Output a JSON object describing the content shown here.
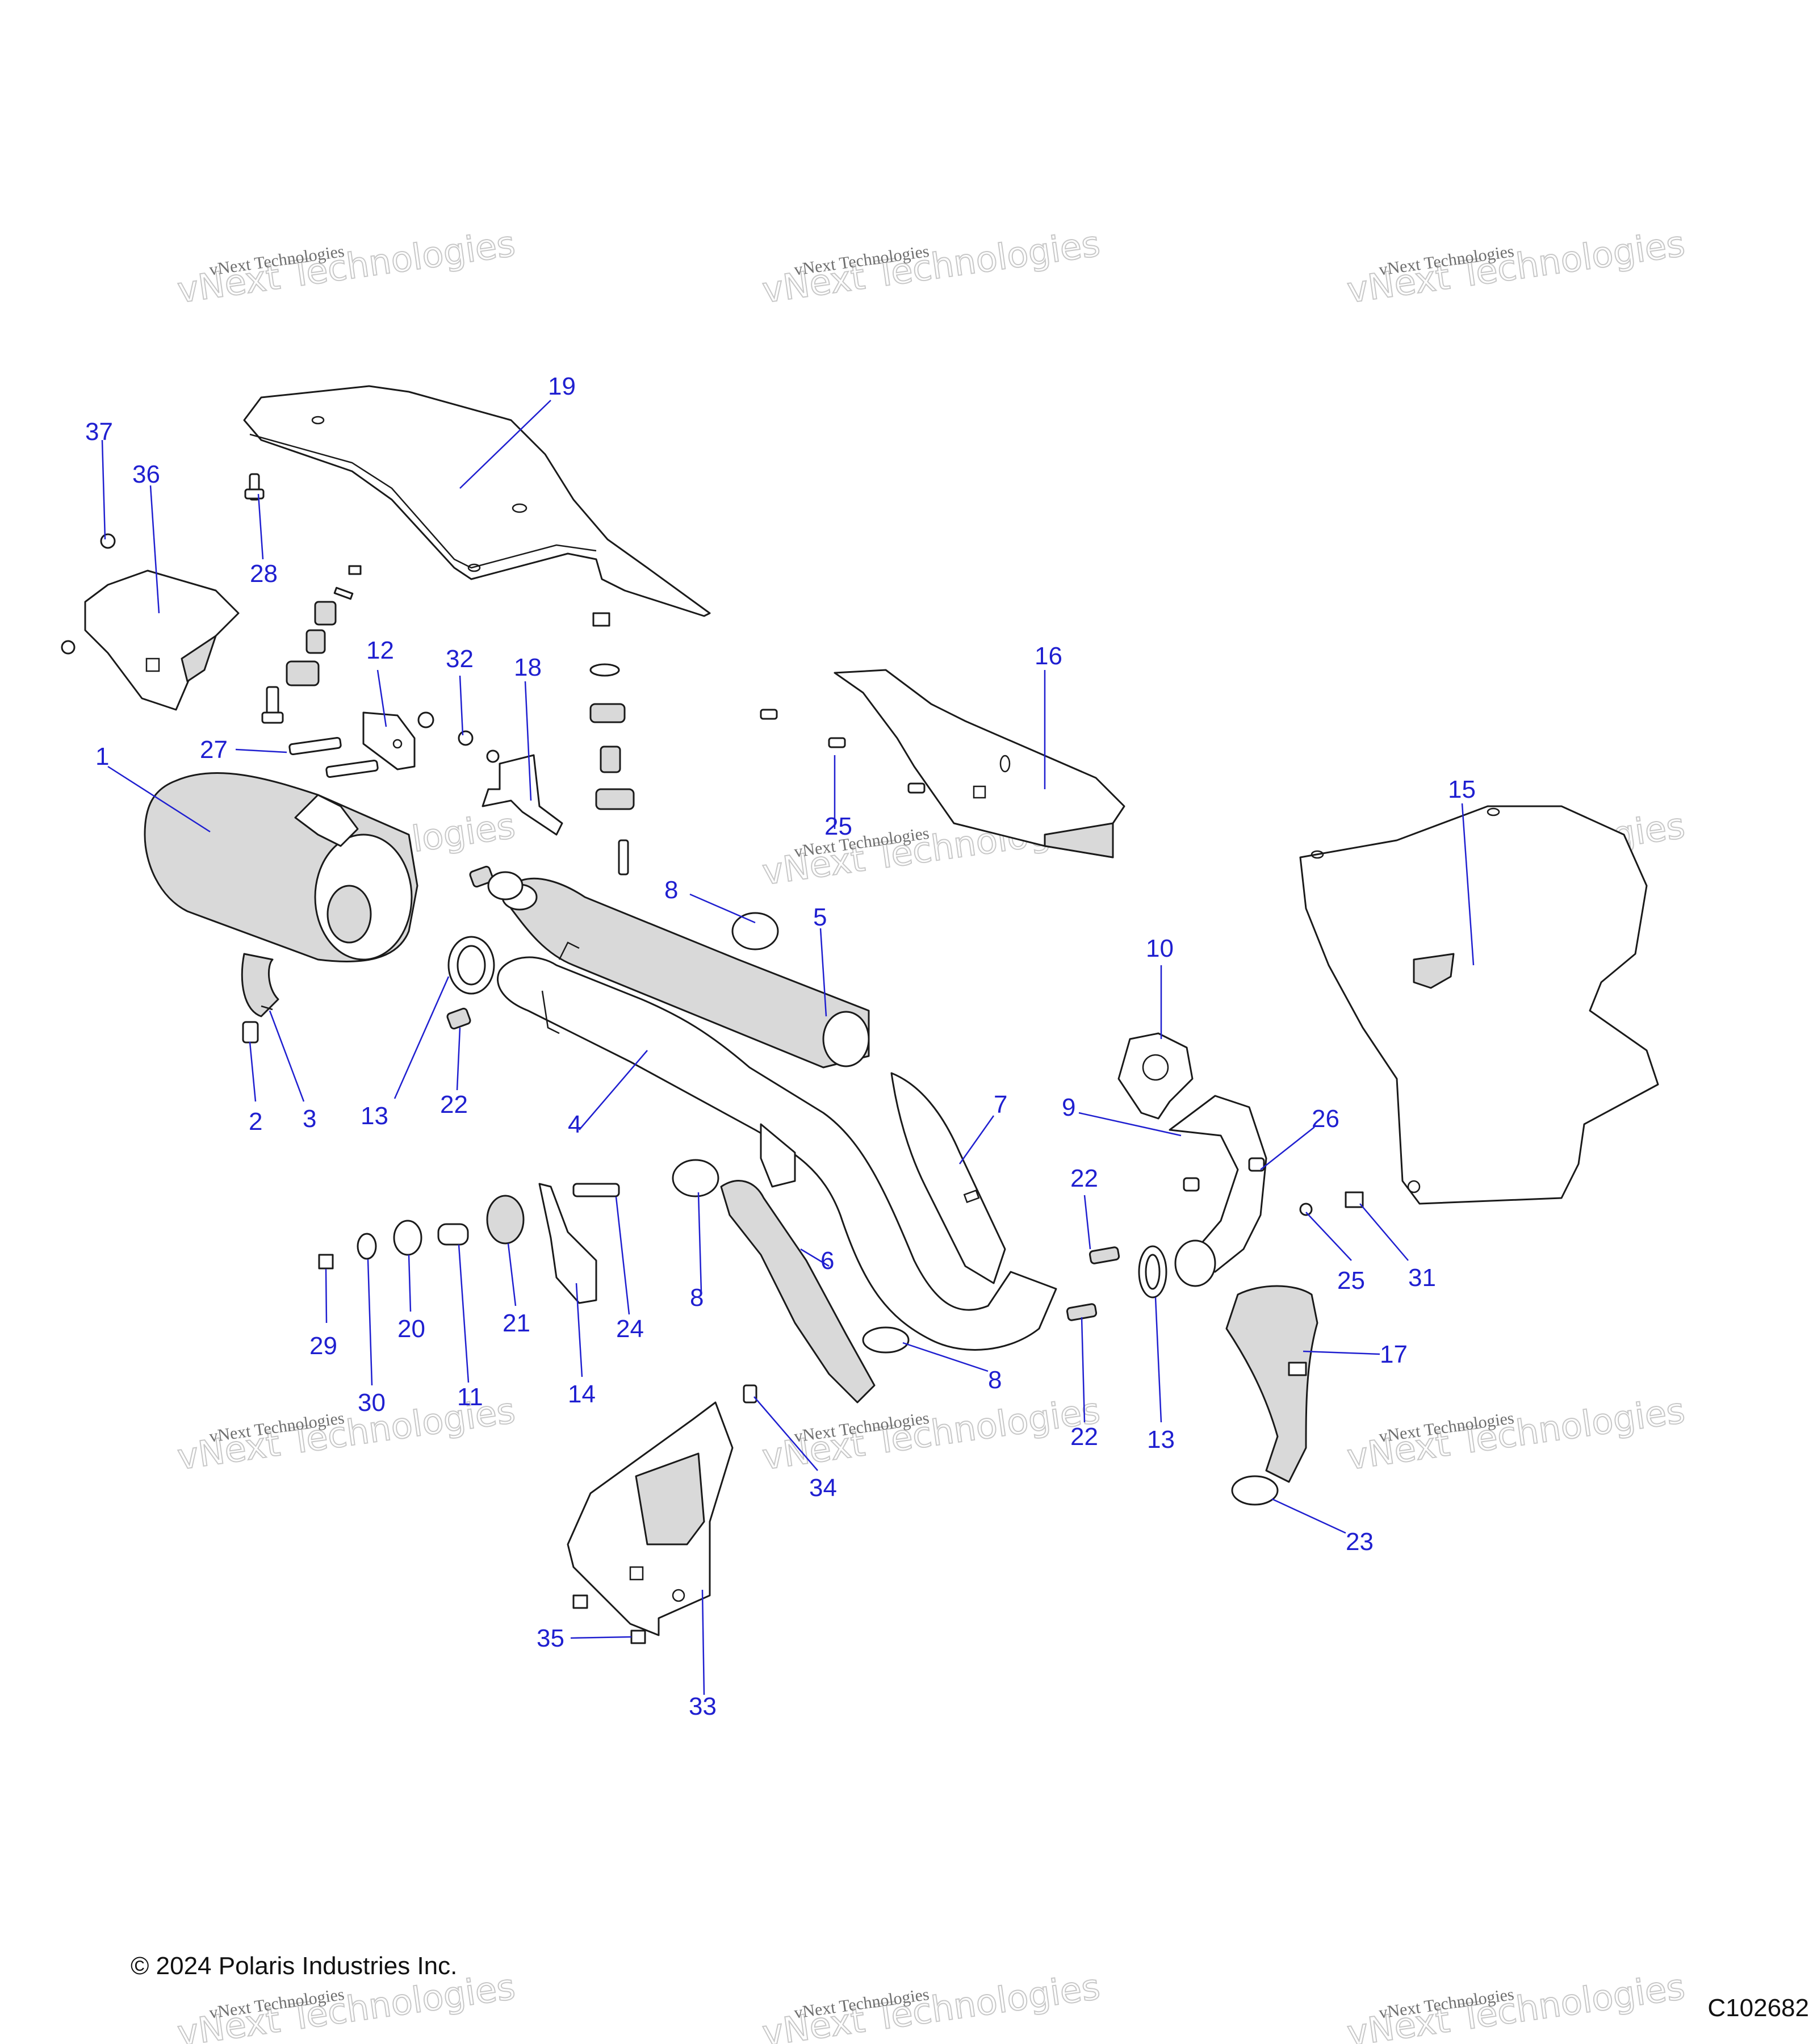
{
  "diagram": {
    "callouts": [
      {
        "id": "c1",
        "label": "1"
      },
      {
        "id": "c2",
        "label": "2"
      },
      {
        "id": "c3",
        "label": "3"
      },
      {
        "id": "c4",
        "label": "4"
      },
      {
        "id": "c5",
        "label": "5"
      },
      {
        "id": "c6",
        "label": "6"
      },
      {
        "id": "c7",
        "label": "7"
      },
      {
        "id": "c8a",
        "label": "8"
      },
      {
        "id": "c8b",
        "label": "8"
      },
      {
        "id": "c8c",
        "label": "8"
      },
      {
        "id": "c9",
        "label": "9"
      },
      {
        "id": "c10",
        "label": "10"
      },
      {
        "id": "c11",
        "label": "11"
      },
      {
        "id": "c12",
        "label": "12"
      },
      {
        "id": "c13a",
        "label": "13"
      },
      {
        "id": "c13b",
        "label": "13"
      },
      {
        "id": "c14",
        "label": "14"
      },
      {
        "id": "c15",
        "label": "15"
      },
      {
        "id": "c16",
        "label": "16"
      },
      {
        "id": "c17",
        "label": "17"
      },
      {
        "id": "c18",
        "label": "18"
      },
      {
        "id": "c19",
        "label": "19"
      },
      {
        "id": "c20",
        "label": "20"
      },
      {
        "id": "c21",
        "label": "21"
      },
      {
        "id": "c22a",
        "label": "22"
      },
      {
        "id": "c22b",
        "label": "22"
      },
      {
        "id": "c22c",
        "label": "22"
      },
      {
        "id": "c23",
        "label": "23"
      },
      {
        "id": "c24",
        "label": "24"
      },
      {
        "id": "c25a",
        "label": "25"
      },
      {
        "id": "c25b",
        "label": "25"
      },
      {
        "id": "c26",
        "label": "26"
      },
      {
        "id": "c27",
        "label": "27"
      },
      {
        "id": "c28",
        "label": "28"
      },
      {
        "id": "c29",
        "label": "29"
      },
      {
        "id": "c30",
        "label": "30"
      },
      {
        "id": "c31",
        "label": "31"
      },
      {
        "id": "c32",
        "label": "32"
      },
      {
        "id": "c33",
        "label": "33"
      },
      {
        "id": "c34",
        "label": "34"
      },
      {
        "id": "c35",
        "label": "35"
      },
      {
        "id": "c36",
        "label": "36"
      },
      {
        "id": "c37",
        "label": "37"
      }
    ],
    "colors": {
      "callout": "#1f1fd0",
      "line": "#1a1a1a",
      "shade": "#d9d9d9"
    }
  },
  "watermark": {
    "small": "vNext Technologies",
    "large": "vNext Technologies"
  },
  "footer": {
    "copyright": "© 2024 Polaris Industries Inc.",
    "figure_id": "C102682"
  }
}
